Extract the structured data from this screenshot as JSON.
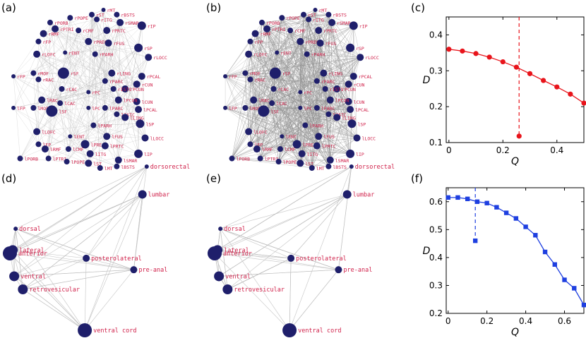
{
  "panel_labels": [
    "(a)",
    "(b)",
    "(c)",
    "(d)",
    "(e)",
    "(f)"
  ],
  "chart_data": [
    {
      "panel": "(a)",
      "type": "network",
      "node_color": "#1f1f6b",
      "label_color": "#d0214a",
      "edge_color": "#bfbfbf",
      "nodes": [
        {
          "id": "rST",
          "x": 0.5,
          "y": 0.03,
          "r": 4,
          "label": "rST"
        },
        {
          "id": "rMT",
          "x": 0.57,
          "y": 0.0,
          "r": 3,
          "label": "rMT"
        },
        {
          "id": "rBSTS",
          "x": 0.65,
          "y": 0.03,
          "r": 4,
          "label": "rBSTS"
        },
        {
          "id": "rPOPE",
          "x": 0.37,
          "y": 0.05,
          "r": 4,
          "label": "rPOPE"
        },
        {
          "id": "rITG",
          "x": 0.53,
          "y": 0.06,
          "r": 4,
          "label": "rITG"
        },
        {
          "id": "rSMAR",
          "x": 0.67,
          "y": 0.08,
          "r": 5,
          "label": "rSMAR"
        },
        {
          "id": "rPORB",
          "x": 0.25,
          "y": 0.08,
          "r": 4,
          "label": "rPORB"
        },
        {
          "id": "rPTRI",
          "x": 0.28,
          "y": 0.12,
          "r": 5,
          "label": "rPTRI"
        },
        {
          "id": "rCMF",
          "x": 0.42,
          "y": 0.13,
          "r": 4,
          "label": "rCMF"
        },
        {
          "id": "rPRTC",
          "x": 0.59,
          "y": 0.13,
          "r": 5,
          "label": "rPRTC"
        },
        {
          "id": "rIP",
          "x": 0.8,
          "y": 0.1,
          "r": 6,
          "label": "rIP"
        },
        {
          "id": "rRMF",
          "x": 0.21,
          "y": 0.15,
          "r": 5,
          "label": "rRMF"
        },
        {
          "id": "rFP",
          "x": 0.18,
          "y": 0.2,
          "r": 4,
          "label": "rFP"
        },
        {
          "id": "rPREC",
          "x": 0.48,
          "y": 0.2,
          "r": 5,
          "label": "rPREC"
        },
        {
          "id": "rFUS",
          "x": 0.6,
          "y": 0.21,
          "r": 5,
          "label": "rFUS"
        },
        {
          "id": "rSP",
          "x": 0.78,
          "y": 0.24,
          "r": 6,
          "label": "rSP"
        },
        {
          "id": "rENT",
          "x": 0.34,
          "y": 0.27,
          "r": 3,
          "label": "rENT"
        },
        {
          "id": "rLOFC",
          "x": 0.17,
          "y": 0.28,
          "r": 5,
          "label": "rLOFC"
        },
        {
          "id": "rPARH",
          "x": 0.52,
          "y": 0.28,
          "r": 4,
          "label": "rPARH"
        },
        {
          "id": "rLOCC",
          "x": 0.84,
          "y": 0.3,
          "r": 5,
          "label": "rLOCC"
        },
        {
          "id": "rMOF",
          "x": 0.15,
          "y": 0.4,
          "r": 4,
          "label": "rMOF"
        },
        {
          "id": "rRAC",
          "x": 0.18,
          "y": 0.44,
          "r": 4,
          "label": "rRAC"
        },
        {
          "id": "rSF",
          "x": 0.33,
          "y": 0.4,
          "r": 8,
          "label": "rSF"
        },
        {
          "id": "rLING",
          "x": 0.62,
          "y": 0.4,
          "r": 5,
          "label": "rLING"
        },
        {
          "id": "rPCAL",
          "x": 0.8,
          "y": 0.42,
          "r": 5,
          "label": "rPCAL"
        },
        {
          "id": "rCUN",
          "x": 0.77,
          "y": 0.47,
          "r": 5,
          "label": "rCUN"
        },
        {
          "id": "rFP2",
          "x": 0.03,
          "y": 0.42,
          "r": 3,
          "label": "rFP"
        },
        {
          "id": "rCAC",
          "x": 0.32,
          "y": 0.5,
          "r": 4,
          "label": "rCAC"
        },
        {
          "id": "rPARC",
          "x": 0.58,
          "y": 0.45,
          "r": 4,
          "label": "rPARC"
        },
        {
          "id": "rPCUN",
          "x": 0.7,
          "y": 0.5,
          "r": 5,
          "label": "rPCUN"
        },
        {
          "id": "rISTC",
          "x": 0.63,
          "y": 0.5,
          "r": 4,
          "label": "rISTC"
        },
        {
          "id": "rPC",
          "x": 0.48,
          "y": 0.52,
          "r": 3,
          "label": "rPC"
        },
        {
          "id": "lRAC",
          "x": 0.2,
          "y": 0.57,
          "r": 5,
          "label": "lRAC"
        },
        {
          "id": "lCAC",
          "x": 0.31,
          "y": 0.59,
          "r": 4,
          "label": "lCAC"
        },
        {
          "id": "lFP",
          "x": 0.03,
          "y": 0.62,
          "r": 3,
          "label": "lFP"
        },
        {
          "id": "lMOF",
          "x": 0.15,
          "y": 0.62,
          "r": 4,
          "label": "lMOF"
        },
        {
          "id": "lSF",
          "x": 0.26,
          "y": 0.64,
          "r": 8,
          "label": "lSF"
        },
        {
          "id": "lPC",
          "x": 0.48,
          "y": 0.62,
          "r": 3,
          "label": "lPC"
        },
        {
          "id": "lPARC",
          "x": 0.58,
          "y": 0.62,
          "r": 4,
          "label": "lPARC"
        },
        {
          "id": "lCUN",
          "x": 0.77,
          "y": 0.58,
          "r": 5,
          "label": "lCUN"
        },
        {
          "id": "lPCUN",
          "x": 0.66,
          "y": 0.57,
          "r": 5,
          "label": "lPCUN"
        },
        {
          "id": "lISTC",
          "x": 0.65,
          "y": 0.66,
          "r": 4,
          "label": "lISTC"
        },
        {
          "id": "lPCAL",
          "x": 0.78,
          "y": 0.63,
          "r": 5,
          "label": "lPCAL"
        },
        {
          "id": "lLING",
          "x": 0.7,
          "y": 0.68,
          "r": 5,
          "label": "lLING"
        },
        {
          "id": "lSP",
          "x": 0.79,
          "y": 0.72,
          "r": 6,
          "label": "lSP"
        },
        {
          "id": "lPARH",
          "x": 0.51,
          "y": 0.73,
          "r": 4,
          "label": "lPARH"
        },
        {
          "id": "lLOFC",
          "x": 0.17,
          "y": 0.77,
          "r": 5,
          "label": "lLOFC"
        },
        {
          "id": "lENT",
          "x": 0.37,
          "y": 0.8,
          "r": 3,
          "label": "lENT"
        },
        {
          "id": "lFUS",
          "x": 0.59,
          "y": 0.8,
          "r": 5,
          "label": "lFUS"
        },
        {
          "id": "lPREC",
          "x": 0.46,
          "y": 0.85,
          "r": 6,
          "label": "lPREC"
        },
        {
          "id": "lLOCC",
          "x": 0.82,
          "y": 0.81,
          "r": 5,
          "label": "lLOCC"
        },
        {
          "id": "lFP3",
          "x": 0.18,
          "y": 0.85,
          "r": 4,
          "label": "lFP"
        },
        {
          "id": "lRMF",
          "x": 0.22,
          "y": 0.88,
          "r": 5,
          "label": "lRMF"
        },
        {
          "id": "lCMF",
          "x": 0.36,
          "y": 0.88,
          "r": 4,
          "label": "lCMF"
        },
        {
          "id": "lPRTC",
          "x": 0.58,
          "y": 0.86,
          "r": 5,
          "label": "lPRTC"
        },
        {
          "id": "lIP",
          "x": 0.78,
          "y": 0.91,
          "r": 6,
          "label": "lIP"
        },
        {
          "id": "lPORB",
          "x": 0.07,
          "y": 0.94,
          "r": 4,
          "label": "lPORB"
        },
        {
          "id": "lPTRI",
          "x": 0.24,
          "y": 0.94,
          "r": 4,
          "label": "lPTRI"
        },
        {
          "id": "lITG",
          "x": 0.49,
          "y": 0.91,
          "r": 5,
          "label": "lITG"
        },
        {
          "id": "lSMAR",
          "x": 0.66,
          "y": 0.95,
          "r": 5,
          "label": "lSMAR"
        },
        {
          "id": "lPOPE",
          "x": 0.35,
          "y": 0.96,
          "r": 4,
          "label": "lPOPE"
        },
        {
          "id": "lST",
          "x": 0.48,
          "y": 0.97,
          "r": 5,
          "label": "lST"
        },
        {
          "id": "lMT",
          "x": 0.55,
          "y": 1.0,
          "r": 4,
          "label": "lMT"
        },
        {
          "id": "lBSTS",
          "x": 0.65,
          "y": 0.99,
          "r": 4,
          "label": "lBSTS"
        }
      ]
    },
    {
      "panel": "(b)",
      "type": "network",
      "node_color": "#1f1f6b",
      "label_color": "#d0214a",
      "edge_color": "#8f8f8f",
      "nodes_same_as_panel": "(a)"
    },
    {
      "panel": "(c)",
      "type": "line",
      "color": "#e8141b",
      "xlabel": "Q",
      "ylabel": "D",
      "xlim": [
        -0.01,
        0.5
      ],
      "ylim": [
        0.1,
        0.45
      ],
      "xticks": [
        "0",
        "0.2",
        "0.4"
      ],
      "xtick_values": [
        0,
        0.2,
        0.4
      ],
      "yticks": [
        "0.1",
        "0.2",
        "0.3",
        "0.4"
      ],
      "ytick_values": [
        0.1,
        0.2,
        0.3,
        0.4
      ],
      "series": [
        {
          "x": [
            0,
            0.05,
            0.1,
            0.15,
            0.2,
            0.25,
            0.3,
            0.35,
            0.4,
            0.45,
            0.5
          ],
          "y": [
            0.36,
            0.355,
            0.348,
            0.338,
            0.325,
            0.31,
            0.292,
            0.273,
            0.255,
            0.235,
            0.21
          ]
        }
      ],
      "vline": {
        "x": 0.26
      },
      "marker_point": {
        "x": 0.26,
        "y": 0.118
      }
    },
    {
      "panel": "(d)",
      "type": "network",
      "node_color": "#1f1f6b",
      "label_color": "#d0214a",
      "edge_color": "#bfbfbf",
      "nodes": [
        {
          "id": "dorsorectal",
          "x": 0.95,
          "y": 0.0,
          "r": 3,
          "label": "dorsorectal"
        },
        {
          "id": "lumbar",
          "x": 0.92,
          "y": 0.17,
          "r": 6,
          "label": "lumbar"
        },
        {
          "id": "dorsal",
          "x": 0.04,
          "y": 0.38,
          "r": 3,
          "label": "dorsal"
        },
        {
          "id": "lateral",
          "x": 0.02,
          "y": 0.51,
          "r": 7,
          "label": "lateral"
        },
        {
          "id": "anterior",
          "x": 0.0,
          "y": 0.53,
          "r": 10,
          "label": "anterior"
        },
        {
          "id": "posterolateral",
          "x": 0.53,
          "y": 0.56,
          "r": 5,
          "label": "posterolateral"
        },
        {
          "id": "pre-anal",
          "x": 0.86,
          "y": 0.63,
          "r": 5,
          "label": "pre-anal"
        },
        {
          "id": "ventral",
          "x": 0.03,
          "y": 0.67,
          "r": 7,
          "label": "ventral"
        },
        {
          "id": "retrovesicular",
          "x": 0.09,
          "y": 0.75,
          "r": 7,
          "label": "retrovesicular"
        },
        {
          "id": "ventral cord",
          "x": 0.52,
          "y": 1.0,
          "r": 10,
          "label": "ventral cord"
        }
      ]
    },
    {
      "panel": "(e)",
      "type": "network",
      "node_color": "#1f1f6b",
      "label_color": "#d0214a",
      "edge_color": "#bfbfbf",
      "nodes_same_as_panel": "(d)"
    },
    {
      "panel": "(f)",
      "type": "line",
      "color": "#1e3fe0",
      "xlabel": "Q",
      "ylabel": "D",
      "xlim": [
        -0.01,
        0.7
      ],
      "ylim": [
        0.2,
        0.65
      ],
      "xticks": [
        "0",
        "0.2",
        "0.4",
        "0.6"
      ],
      "xtick_values": [
        0,
        0.2,
        0.4,
        0.6
      ],
      "yticks": [
        "0.2",
        "0.3",
        "0.4",
        "0.5",
        "0.6"
      ],
      "ytick_values": [
        0.2,
        0.3,
        0.4,
        0.5,
        0.6
      ],
      "series": [
        {
          "x": [
            0,
            0.05,
            0.1,
            0.15,
            0.2,
            0.25,
            0.3,
            0.35,
            0.4,
            0.45,
            0.5,
            0.55,
            0.6,
            0.65,
            0.7
          ],
          "y": [
            0.615,
            0.615,
            0.61,
            0.6,
            0.595,
            0.58,
            0.56,
            0.54,
            0.51,
            0.48,
            0.42,
            0.375,
            0.32,
            0.29,
            0.23
          ]
        }
      ],
      "vline": {
        "x": 0.14
      },
      "marker_point": {
        "x": 0.14,
        "y": 0.46
      }
    }
  ]
}
